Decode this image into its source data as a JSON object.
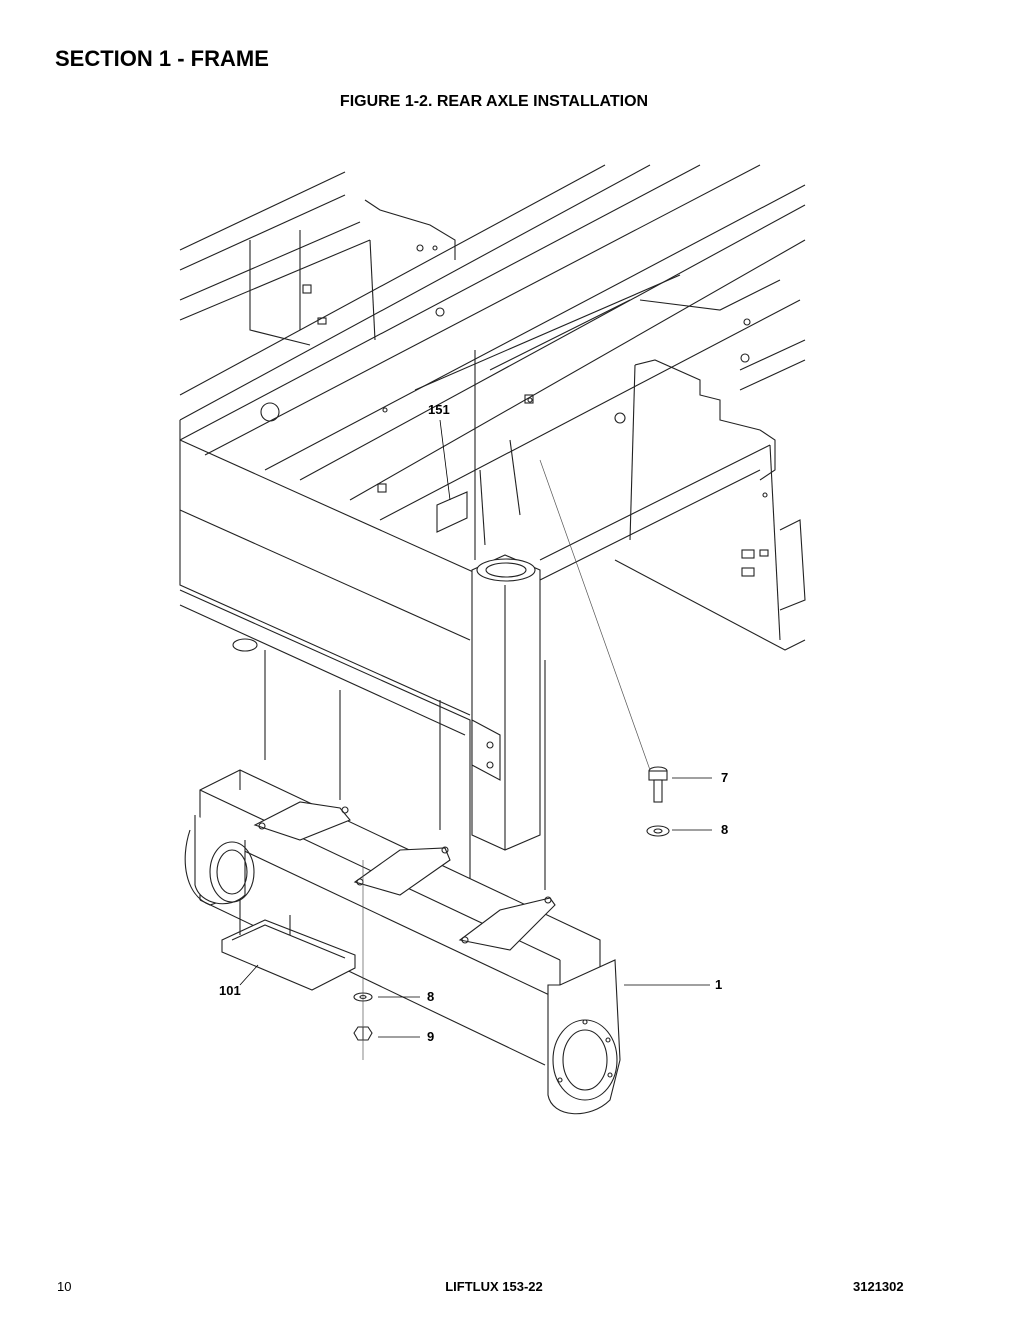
{
  "header": {
    "section_title": "SECTION 1 - FRAME",
    "figure_title": "FIGURE 1-2. REAR AXLE INSTALLATION"
  },
  "callouts": {
    "c151": "151",
    "c7": "7",
    "c8a": "8",
    "c1": "1",
    "c101": "101",
    "c8b": "8",
    "c9": "9"
  },
  "footer": {
    "page_number": "10",
    "model": "LIFTLUX 153-22",
    "doc_number": "3121302"
  }
}
